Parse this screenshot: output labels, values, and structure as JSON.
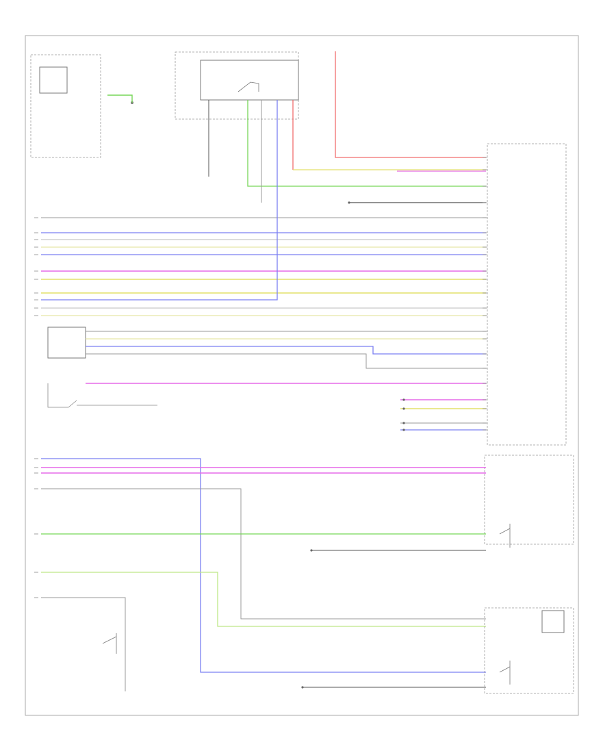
{
  "diagram": {
    "page_label": "",
    "footnote": {
      "line1": "",
      "line2": ""
    },
    "components": {
      "ipc_title": "",
      "ipc_sub": "",
      "bcm_label": "",
      "module_top": "",
      "module_sub": "",
      "right_connector": "",
      "front_seat_module": "",
      "sensor_module_label": "",
      "seat_switch_label": "",
      "driver_sensor": "",
      "driver_buckle": "",
      "passenger_sensor": "",
      "passenger_buckle": "",
      "rear_switch": ""
    },
    "colors": {
      "red": "#f26d6d",
      "yellow": "#e4e06a",
      "green": "#76d657",
      "blue": "#7b7ff2",
      "magenta": "#e56ae8",
      "grey": "#9a9a9a",
      "light_yellow": "#e8e6a8",
      "light_green": "#bde887",
      "dark": "#555555"
    },
    "wires": [
      {
        "id": "w-red",
        "color": "red"
      },
      {
        "id": "w-yellow-top",
        "color": "yellow"
      },
      {
        "id": "w-green-top",
        "color": "green"
      },
      {
        "id": "w-black-1",
        "color": "dark"
      },
      {
        "id": "w-grey-1",
        "color": "grey"
      },
      {
        "id": "w-blue-1",
        "color": "blue"
      },
      {
        "id": "w-grey-2",
        "color": "grey"
      },
      {
        "id": "w-yellow-2",
        "color": "light_yellow"
      },
      {
        "id": "w-blue-2",
        "color": "blue"
      },
      {
        "id": "w-magenta-1",
        "color": "magenta"
      },
      {
        "id": "w-yellow-3",
        "color": "yellow"
      },
      {
        "id": "w-yellow-4",
        "color": "yellow"
      },
      {
        "id": "w-yellow-5",
        "color": "light_yellow"
      },
      {
        "id": "w-grey-3",
        "color": "grey"
      },
      {
        "id": "w-grey-4",
        "color": "grey"
      },
      {
        "id": "w-yellow-6",
        "color": "light_yellow"
      },
      {
        "id": "w-blue-3",
        "color": "blue"
      },
      {
        "id": "w-grey-5",
        "color": "grey"
      },
      {
        "id": "w-magenta-2",
        "color": "magenta"
      },
      {
        "id": "w-magenta-3",
        "color": "magenta"
      },
      {
        "id": "w-yellow-7",
        "color": "yellow"
      },
      {
        "id": "w-grey-6",
        "color": "grey"
      },
      {
        "id": "w-blue-4",
        "color": "blue"
      },
      {
        "id": "w-blue-low",
        "color": "blue"
      },
      {
        "id": "w-magenta-low-1",
        "color": "magenta"
      },
      {
        "id": "w-magenta-low-2",
        "color": "magenta"
      },
      {
        "id": "w-grey-low",
        "color": "grey"
      },
      {
        "id": "w-green-low",
        "color": "green"
      },
      {
        "id": "w-lgreen-low",
        "color": "light_green"
      },
      {
        "id": "w-grey-low-2",
        "color": "grey"
      }
    ]
  }
}
